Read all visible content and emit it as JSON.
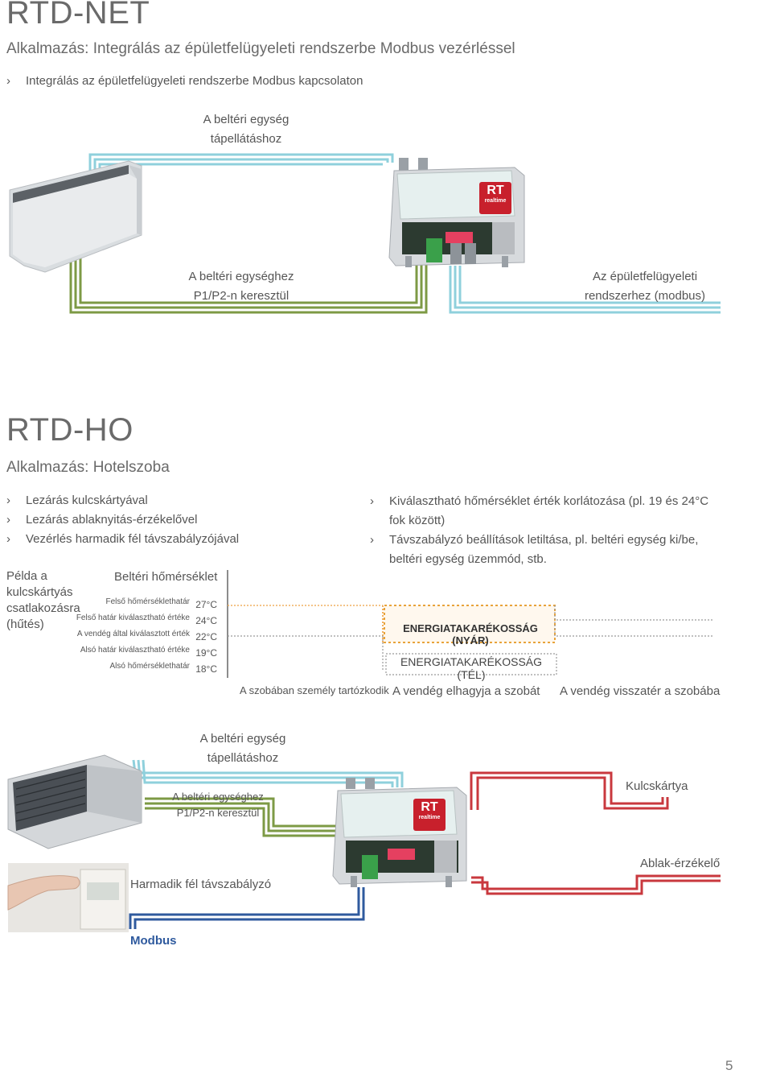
{
  "netsection": {
    "title": "RTD-NET",
    "subtitle": "Alkalmazás: Integrálás az épületfelügyeleti rendszerbe Modbus vezérléssel",
    "bullets": [
      "Integrálás az épületfelügyeleti rendszerbe Modbus kapcsolaton"
    ],
    "label_power_l1": "A beltéri egység",
    "label_power_l2": "tápellátáshoz",
    "label_p1p2_l1": "A beltéri egységhez",
    "label_p1p2_l2": "P1/P2-n keresztül",
    "label_bms_l1": "Az épületfelügyeleti",
    "label_bms_l2": "rendszerhez (modbus)"
  },
  "hosection": {
    "title": "RTD-HO",
    "subtitle": "Alkalmazás: Hotelszoba",
    "bullets_left": [
      "Lezárás kulcskártyával",
      "Lezárás ablaknyitás-érzékelővel",
      "Vezérlés harmadik fél távszabályzójával"
    ],
    "bullets_right": [
      "Kiválasztható hőmérséklet érték korlátozása (pl. 19 és 24°C fok között)",
      "Távszabályzó beállítások letiltása, pl. beltéri egység ki/be, beltéri egység üzemmód, stb."
    ],
    "example_l1": "Példa a",
    "example_l2": "kulcskártyás",
    "example_l3": "csatlakozásra",
    "example_l4": "(hűtés)",
    "indoor_temp_label": "Beltéri hőmérséklet",
    "temp_rows": [
      {
        "label": "Felső hőmérséklethatár",
        "value": "27°C"
      },
      {
        "label": "Felső határ kiválasztható értéke",
        "value": "24°C"
      },
      {
        "label": "A vendég által kiválasztott érték",
        "value": "22°C"
      },
      {
        "label": "Alsó határ kiválasztható értéke",
        "value": "19°C"
      },
      {
        "label": "Alsó hőmérséklethatár",
        "value": "18°C"
      }
    ],
    "energy_summer": "ENERGIATAKARÉKOSSÁG (NYÁR)",
    "energy_winter": "ENERGIATAKARÉKOSSÁG (TÉL)",
    "phase_1": "A szobában személy tartózkodik",
    "phase_2": "A vendég elhagyja a szobát",
    "phase_3": "A vendég visszatér a szobába",
    "label_power_l1": "A beltéri egység",
    "label_power_l2": "tápellátáshoz",
    "label_p1p2_l1": "A beltéri egységhez",
    "label_p1p2_l2": "P1/P2-n keresztül",
    "label_keycard": "Kulcskártya",
    "label_window": "Ablak-érzékelő",
    "label_remote": "Harmadik fél távszabályzó",
    "label_modbus": "Modbus"
  },
  "device": {
    "brand_top": "RT",
    "brand_bottom": "realtime"
  },
  "page_number": "5",
  "colors": {
    "cyan": "#7fc9d8",
    "green": "#7d9a45",
    "red": "#c9383e",
    "blue": "#2f5a9e",
    "orange": "#e8a33a"
  }
}
